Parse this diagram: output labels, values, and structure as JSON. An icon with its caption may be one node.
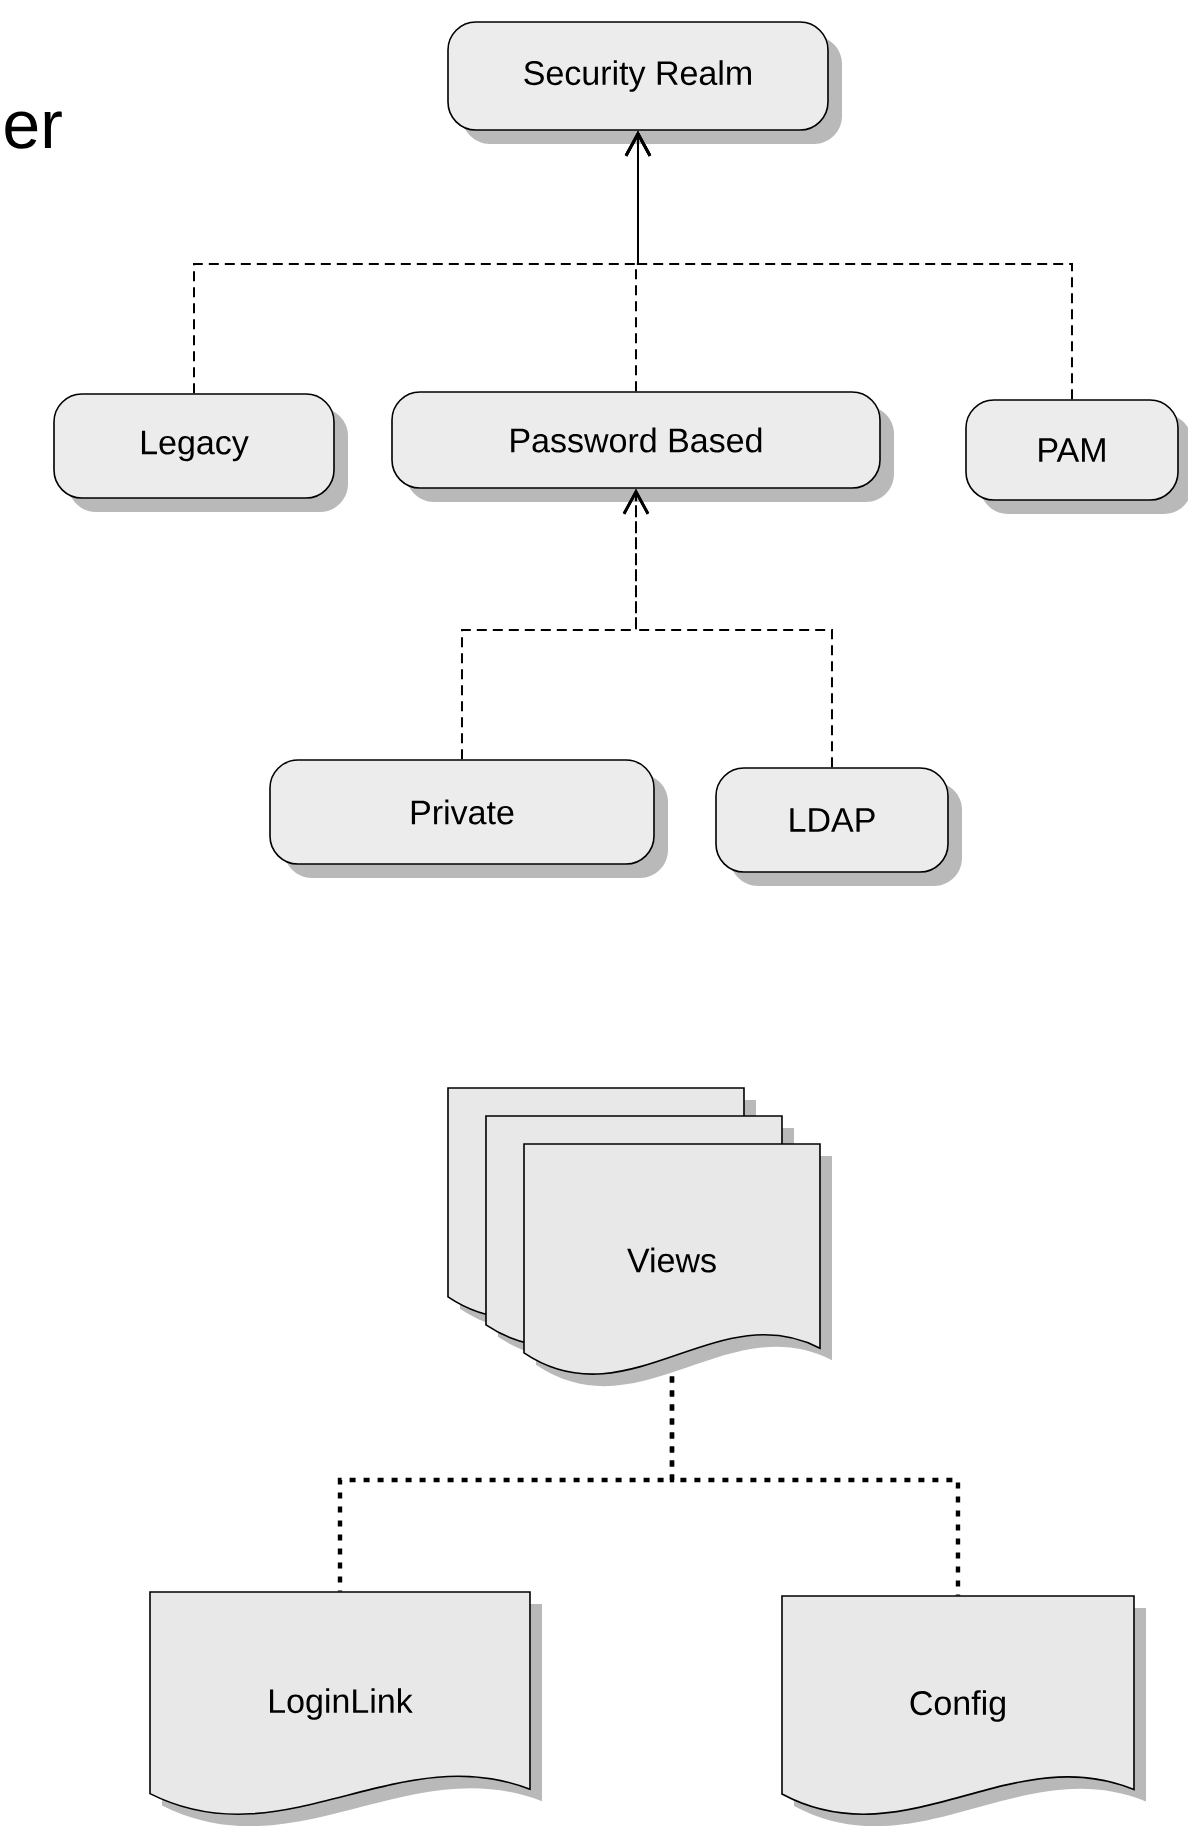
{
  "diagram": {
    "nodes": [
      {
        "text": [
          "Security Realm"
        ]
      },
      {
        "text": [
          "Legacy"
        ]
      },
      {
        "text": [
          "Password Based"
        ]
      },
      {
        "text": [
          "PAM"
        ]
      },
      {
        "text": [
          "Private"
        ]
      },
      {
        "text": [
          "LDAP"
        ]
      },
      {
        "text": [
          "Views"
        ]
      },
      {
        "text": [
          "LoginLink"
        ]
      },
      {
        "text": [
          "Config"
        ]
      }
    ],
    "edges": [
      {
        "from": 1,
        "to": 0,
        "arrow": "to",
        "style": "dashed"
      },
      {
        "from": 2,
        "to": 0,
        "arrow": "to",
        "style": "dashed"
      },
      {
        "from": 3,
        "to": 0,
        "arrow": "to",
        "style": "dashed"
      },
      {
        "from": 4,
        "to": 2,
        "arrow": "to",
        "style": "dashed"
      },
      {
        "from": 5,
        "to": 2,
        "arrow": "to",
        "style": "dashed"
      },
      {
        "from": 6,
        "to": 7,
        "arrow": "none",
        "style": "dashed"
      },
      {
        "from": 6,
        "to": 8,
        "arrow": "none",
        "style": "dashed"
      }
    ],
    "labels": [
      "er"
    ]
  }
}
